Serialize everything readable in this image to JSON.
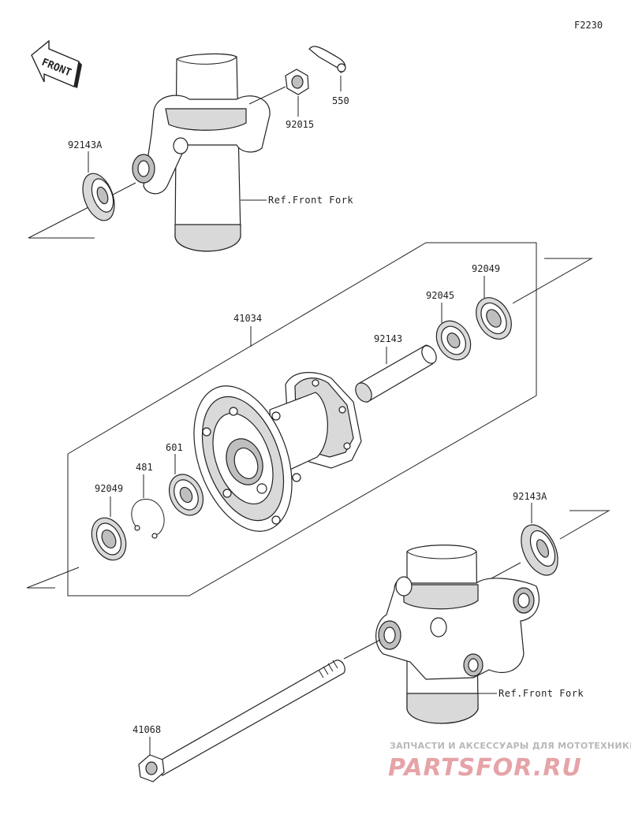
{
  "figure_code": "F2230",
  "front_arrow": "FRONT",
  "references": {
    "top": "Ref.Front Fork",
    "bottom": "Ref.Front Fork"
  },
  "parts": {
    "p550": "550",
    "p92015": "92015",
    "p92143A_top": "92143A",
    "p41034": "41034",
    "p92049_right": "92049",
    "p92045": "92045",
    "p92143": "92143",
    "p601": "601",
    "p481": "481",
    "p92049_left": "92049",
    "p92143A_bottom": "92143A",
    "p41068": "41068"
  },
  "watermark": {
    "line1": "ЗАПЧАСТИ И АКСЕССУАРЫ ДЛЯ МОТОТЕХНИКИ",
    "line2": "PARTSFOR.RU",
    "color": "#e6a3a8"
  }
}
